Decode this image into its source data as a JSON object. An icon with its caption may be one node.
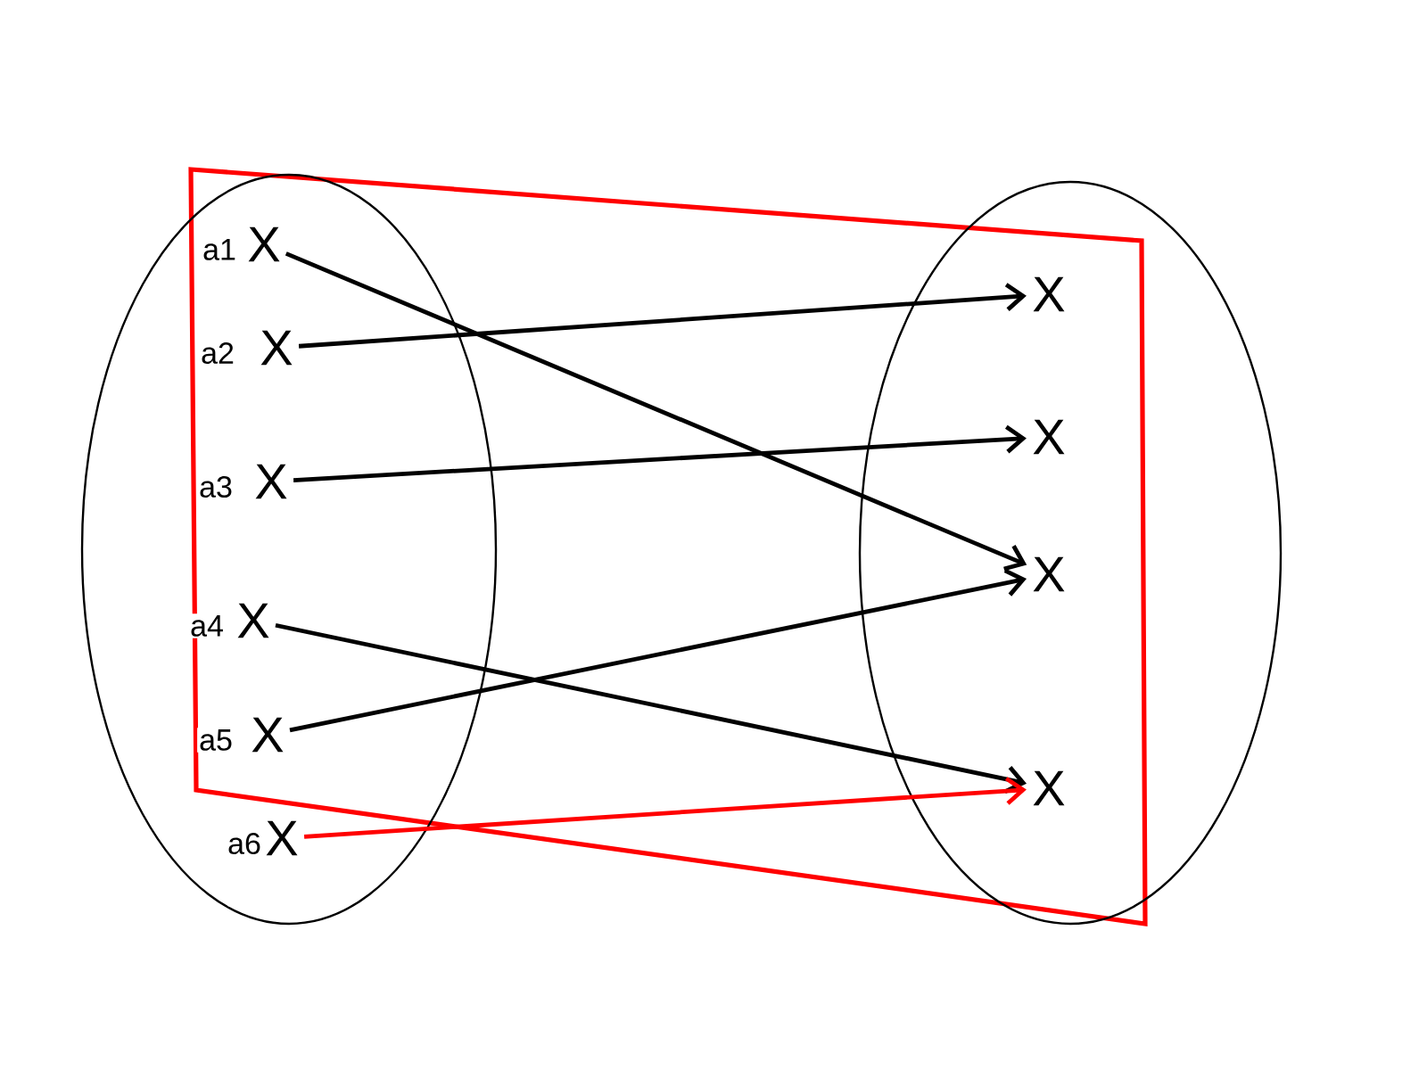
{
  "diagram": {
    "nodes": [
      {
        "text": [],
        "shape": "ellipse"
      },
      {
        "text": [
          "X"
        ],
        "in": 0,
        "beside": [
          "a1"
        ]
      },
      {
        "text": [
          "X"
        ],
        "in": 0,
        "beside": [
          "a2"
        ]
      },
      {
        "text": [
          "X"
        ],
        "in": 0,
        "beside": [
          "a3"
        ]
      },
      {
        "text": [
          "X"
        ],
        "in": 0,
        "beside": [
          "a4"
        ]
      },
      {
        "text": [
          "X"
        ],
        "in": 0,
        "beside": [
          "a5"
        ]
      },
      {
        "text": [
          "X"
        ],
        "in": 0,
        "beside": [
          "a6"
        ]
      },
      {
        "text": [],
        "shape": "ellipse"
      },
      {
        "text": [
          "X"
        ],
        "in": 7
      },
      {
        "text": [
          "X"
        ],
        "in": 7
      },
      {
        "text": [
          "X"
        ],
        "in": 7
      },
      {
        "text": [
          "X"
        ],
        "in": 7
      }
    ],
    "edges": [
      {
        "from": 1,
        "to": 10,
        "arrow": "to"
      },
      {
        "from": 2,
        "to": 8,
        "arrow": "to"
      },
      {
        "from": 3,
        "to": 9,
        "arrow": "to"
      },
      {
        "from": 4,
        "to": 11,
        "arrow": "to"
      },
      {
        "from": 5,
        "to": 10,
        "arrow": "to"
      },
      {
        "from": 6,
        "to": 11,
        "arrow": "to",
        "color": "#ff0000"
      }
    ]
  }
}
